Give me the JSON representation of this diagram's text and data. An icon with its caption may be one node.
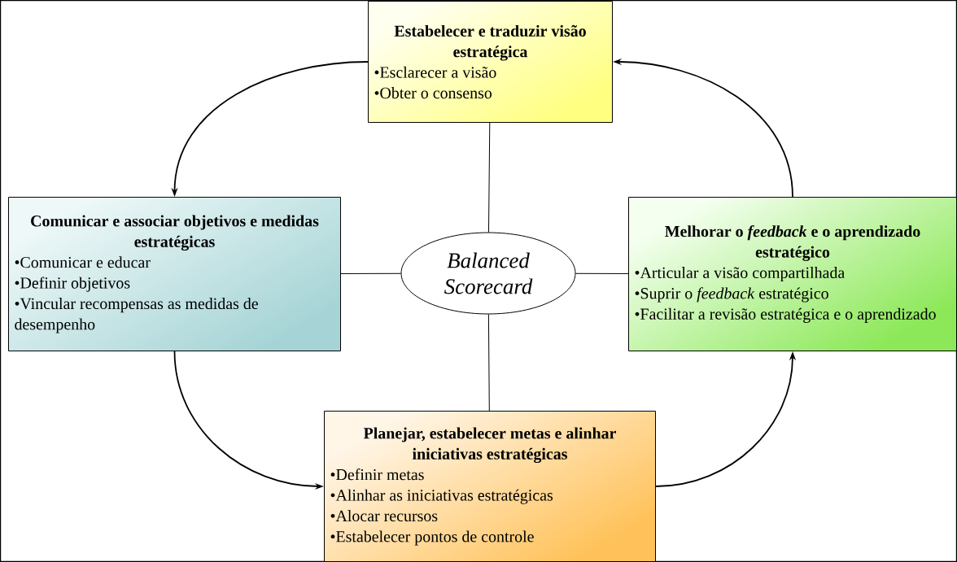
{
  "diagram": {
    "nodes": [
      {
        "text": [
          "Estabelecer e traduzir visão estratégica",
          "•Esclarecer a visão",
          "•Obter o consenso"
        ]
      },
      {
        "text": [
          "Comunicar e associar objetivos e medidas estratégicas",
          "•Comunicar e educar",
          "•Definir objetivos",
          "•Vincular recompensas as medidas de desempenho"
        ]
      },
      {
        "text": [
          "Balanced Scorecard"
        ]
      },
      {
        "text": [
          "Melhorar o *feedback* e o aprendizado estratégico",
          "•Articular a visão compartilhada",
          "•Suprir o *feedback* estratégico",
          "•Facilitar a revisão estratégica e o aprendizado"
        ]
      },
      {
        "text": [
          "Planejar, estabelecer metas e alinhar iniciativas estratégicas",
          "•Definir metas",
          "•Alinhar as iniciativas estratégicas",
          "•Alocar recursos",
          "•Estabelecer pontos de controle"
        ]
      }
    ],
    "edges": [
      {
        "from": 2,
        "to": 0,
        "arrow": "none"
      },
      {
        "from": 2,
        "to": 1,
        "arrow": "none"
      },
      {
        "from": 2,
        "to": 3,
        "arrow": "none"
      },
      {
        "from": 2,
        "to": 4,
        "arrow": "none"
      },
      {
        "from": 0,
        "to": 1,
        "arrow": "to"
      },
      {
        "from": 1,
        "to": 4,
        "arrow": "to"
      },
      {
        "from": 4,
        "to": 3,
        "arrow": "to"
      },
      {
        "from": 3,
        "to": 0,
        "arrow": "to"
      }
    ]
  }
}
